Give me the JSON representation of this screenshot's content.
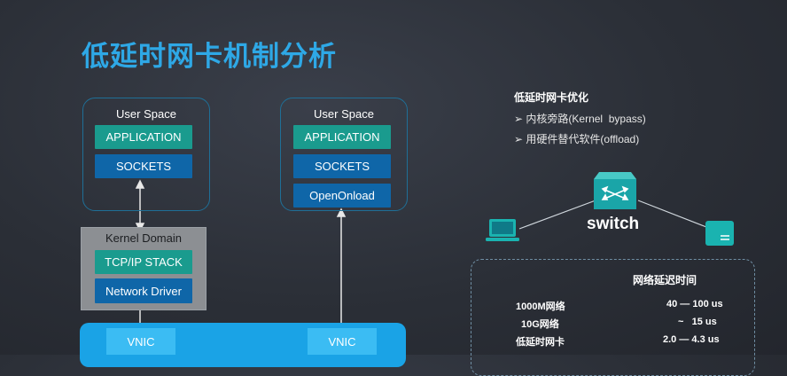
{
  "title": "低延时网卡机制分析",
  "left_stack": {
    "user_space_label": "User Space",
    "application": "APPLICATION",
    "sockets": "SOCKETS",
    "kernel_domain_label": "Kernel Domain",
    "tcpip_stack": "TCP/IP STACK",
    "network_driver": "Network Driver",
    "vnic": "VNIC"
  },
  "right_stack": {
    "user_space_label": "User Space",
    "application": "APPLICATION",
    "sockets": "SOCKETS",
    "openonload": "OpenOnload",
    "vnic": "VNIC"
  },
  "optimization": {
    "title": "低延时网卡优化",
    "items": [
      "内核旁路(Kernel  bypass)",
      "用硬件替代软件(offload)"
    ],
    "bullet_glyph": "➢"
  },
  "network": {
    "switch_label": "switch",
    "icons": [
      "laptop-icon",
      "switch-icon",
      "server-icon"
    ]
  },
  "latency": {
    "title": "网络延迟时间",
    "rows": [
      {
        "label": "1000M网络",
        "value": "40 — 100 us"
      },
      {
        "label": "10G网络",
        "value": "~   15 us"
      },
      {
        "label": "低延时网卡",
        "value": "2.0 — 4.3 us"
      }
    ]
  },
  "colors": {
    "title": "#2ea8e6",
    "teal_box": "#1a9b8e",
    "blue_box": "#0f66a8",
    "nic_bar": "#1aa3e6",
    "kernel_frame": "#8c8f93"
  }
}
